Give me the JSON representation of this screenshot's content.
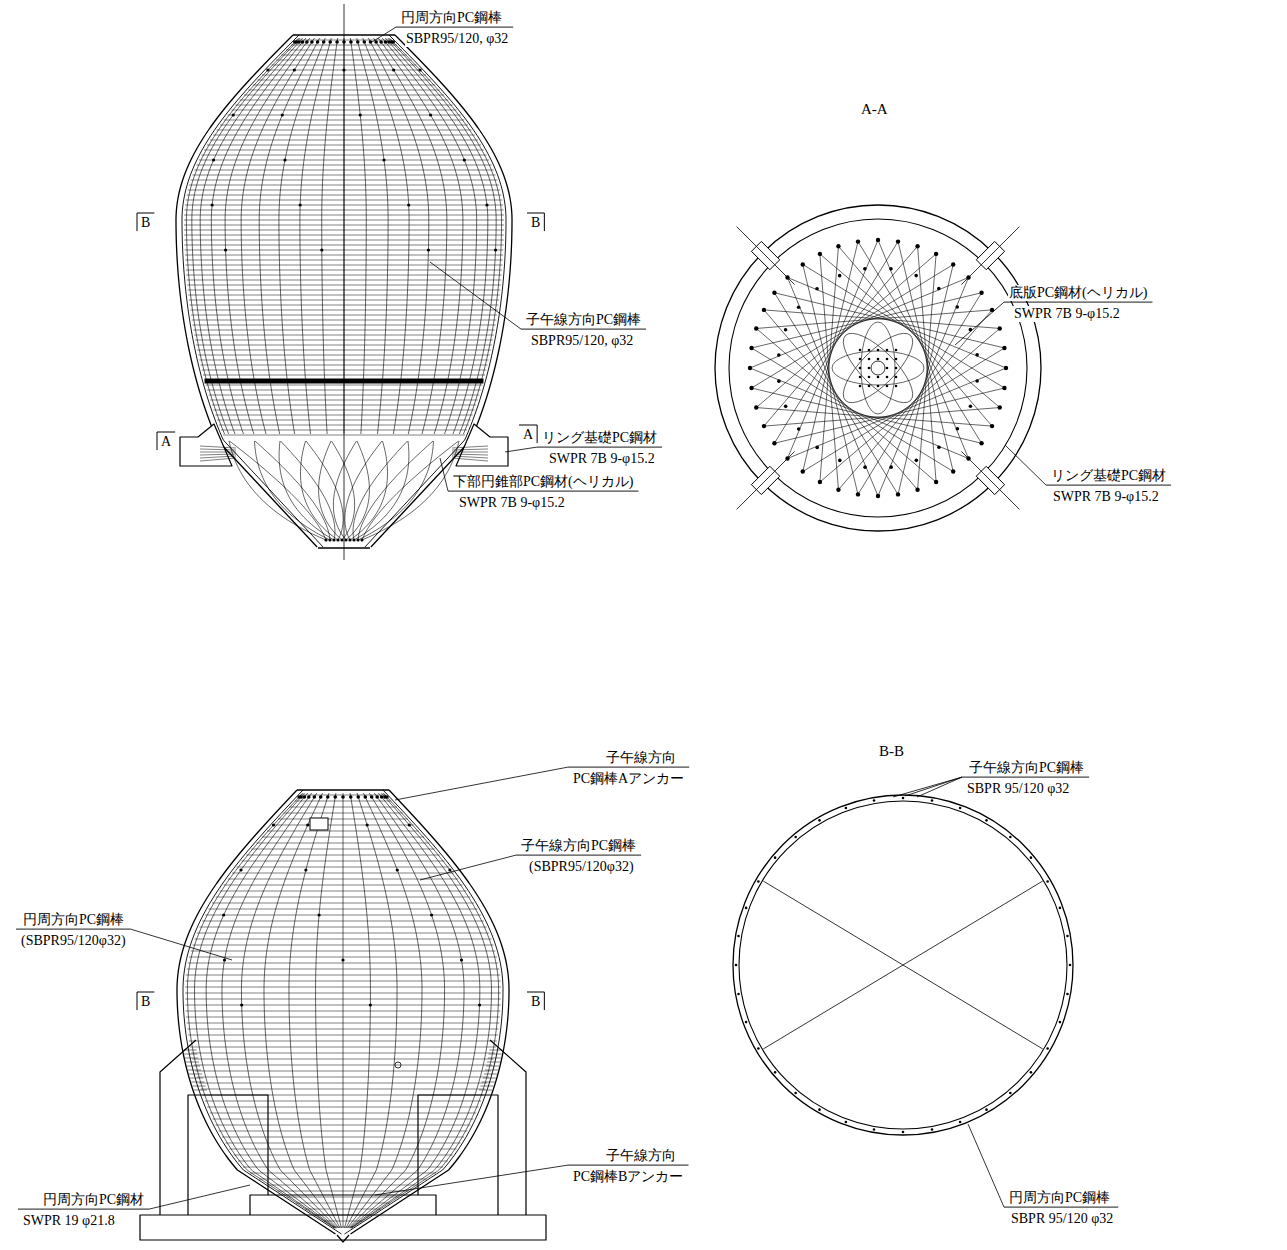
{
  "diagram": {
    "labels": [
      "円周方向PC鋼棒",
      "SBPR95/120, φ32",
      "B",
      "B",
      "子午線方向PC鋼棒",
      "SBPR95/120, φ32",
      "A",
      "A",
      "リング基礎PC鋼材",
      "SWPR 7B 9-φ15.2",
      "下部円錐部PC鋼材(ヘリカル)",
      "SWPR 7B 9-φ15.2",
      "A-A",
      "底版PC鋼材(ヘリカル)",
      "SWPR 7B 9-φ15.2",
      "リング基礎PC鋼材",
      "SWPR 7B 9-φ15.2",
      "子午線方向",
      "PC鋼棒Aアンカー",
      "子午線方向PC鋼棒",
      "(SBPR95/120φ32)",
      "円周方向PC鋼棒",
      "(SBPR95/120φ32)",
      "B",
      "B",
      "子午線方向",
      "PC鋼棒Bアンカー",
      "円周方向PC鋼材",
      "SWPR 19 φ21.8",
      "B-B",
      "子午線方向PC鋼棒",
      "SBPR 95/120 φ32",
      "円周方向PC鋼棒",
      "SBPR 95/120 φ32"
    ]
  }
}
